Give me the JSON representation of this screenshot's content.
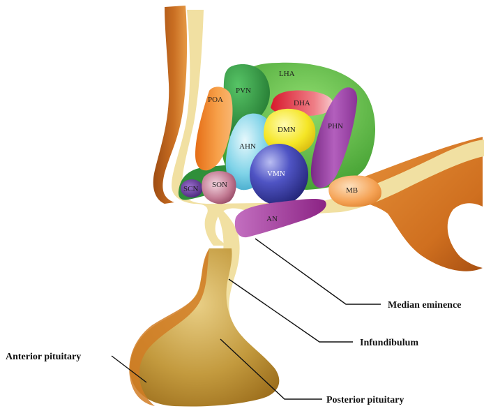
{
  "nuclei": {
    "lha": "LHA",
    "pvn": "PVN",
    "poa": "POA",
    "dha": "DHA",
    "dmn": "DMN",
    "phn": "PHN",
    "ahn": "AHN",
    "vmn": "VMN",
    "scn": "SCN",
    "son": "SON",
    "an": "AN",
    "mb": "MB"
  },
  "callouts": {
    "median_eminence": "Median eminence",
    "infundibulum": "Infundibulum",
    "anterior_pituitary": "Anterior pituitary",
    "posterior_pituitary": "Posterior pituitary"
  },
  "colors": {
    "tissue_dark": "#c0661c",
    "tissue_light": "#f3e2a0",
    "pituitary": "#b58a2e",
    "lha": "#5ab33a",
    "pvn": "#2e8b3c",
    "poa": "#f28a2e",
    "dha": "#e0323a",
    "dmn": "#f1e21c",
    "phn": "#9b3fa6",
    "ahn": "#53c3dd",
    "vmn": "#34379a",
    "scn": "#4c237e",
    "son": "#a44f6b",
    "an": "#a23395",
    "mb": "#f39a45"
  }
}
